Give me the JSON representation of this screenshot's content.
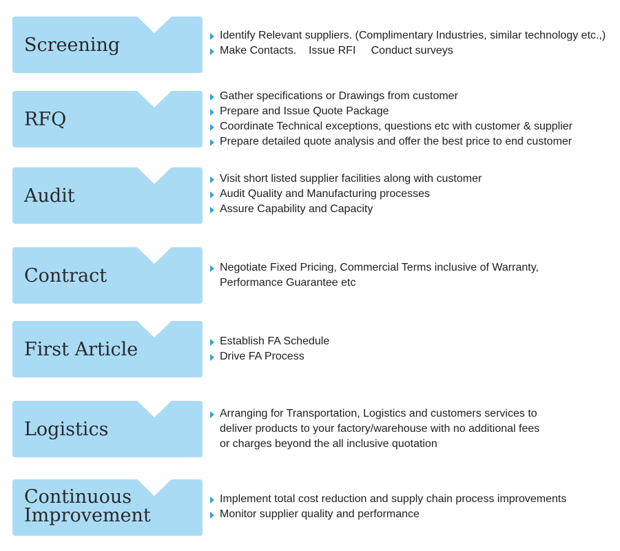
{
  "colors": {
    "stage_fill": "#a9dbf5",
    "bullet_arrow": "#3a9fd8",
    "text": "#1e1e1e"
  },
  "stages": [
    {
      "title": "Screening",
      "bullets": [
        "Identify Relevant suppliers. (Complimentary Industries, similar technology etc.,)",
        "Make Contacts.    Issue RFI     Conduct surveys"
      ]
    },
    {
      "title": "RFQ",
      "bullets": [
        "Gather specifications or Drawings from customer",
        "Prepare and Issue Quote Package",
        "Coordinate Technical exceptions, questions etc with customer & supplier",
        "Prepare detailed quote analysis and offer the best price to end customer"
      ]
    },
    {
      "title": "Audit",
      "bullets": [
        "Visit short listed supplier facilities along with customer",
        "Audit Quality and Manufacturing processes",
        "Assure Capability and Capacity"
      ]
    },
    {
      "title": "Contract",
      "bullets": [
        "Negotiate Fixed Pricing, Commercial Terms inclusive of Warranty,",
        "Performance Guarantee etc"
      ],
      "continuation": [
        false,
        true
      ]
    },
    {
      "title": "First Article",
      "bullets": [
        "Establish FA Schedule",
        "Drive FA Process"
      ]
    },
    {
      "title": "Logistics",
      "bullets": [
        "Arranging for Transportation, Logistics and customers services to",
        "deliver products to your factory/warehouse with no additional fees",
        "or charges beyond the all inclusive quotation"
      ],
      "continuation": [
        false,
        true,
        true
      ]
    },
    {
      "title": "Continuous\nImprovement",
      "bullets": [
        "Implement total cost reduction and supply chain process improvements",
        "Monitor supplier quality and performance"
      ]
    }
  ]
}
